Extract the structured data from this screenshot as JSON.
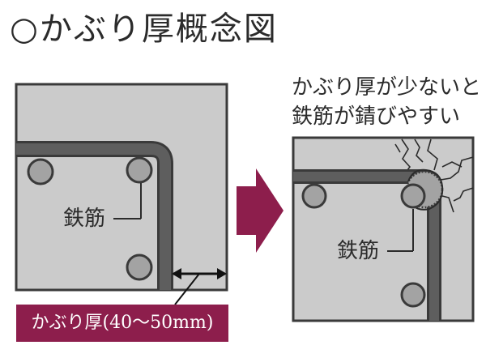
{
  "title": "○かぶり厚概念図",
  "warning": {
    "line1": "かぶり厚が少ないと",
    "line2": "鉄筋が錆びやすい"
  },
  "left_panel": {
    "rebar_label": "鉄筋",
    "cover_label": "かぶり厚(40〜50mm)"
  },
  "right_panel": {
    "rebar_label": "鉄筋"
  },
  "colors": {
    "concrete": "#cbcbcb",
    "rebar": "#5a5a5a",
    "arrow": "#8d1e4c",
    "label_bg": "#8d1e4c"
  }
}
